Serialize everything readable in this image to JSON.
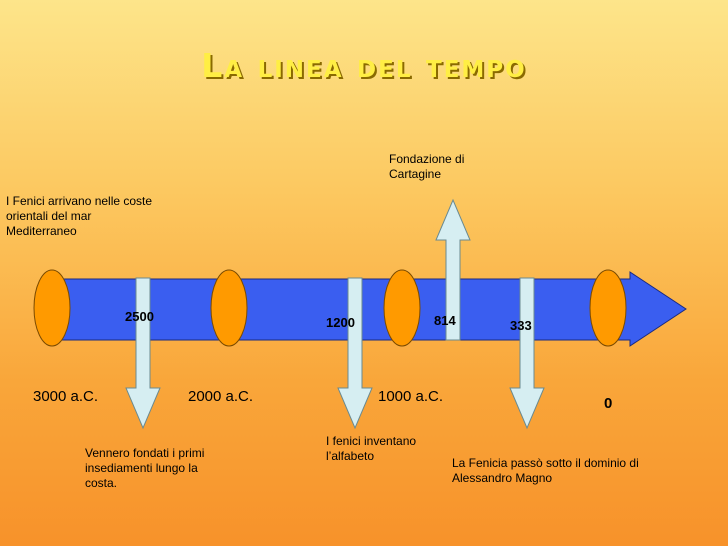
{
  "title": "La linea del tempo",
  "colors": {
    "bar": "#3a5ef0",
    "bar_stroke": "#1a2a80",
    "ellipse": "#ff9a00",
    "ellipse_stroke": "#7a4a00",
    "arrow_fill": "#d6eef2",
    "arrow_stroke": "#6a8a90"
  },
  "years": [
    "3000 a.C.",
    "2000 a.C.",
    "1000 a.C.",
    "0"
  ],
  "numbers": {
    "n2500": "2500",
    "n1200": "1200",
    "n814": "814",
    "n333": "333"
  },
  "events": {
    "arrive": "I Fenici arrivano nelle coste orientali del mar Mediterraneo",
    "settlements": "Vennero fondati i primi insediamenti lungo la costa.",
    "alphabet": "I fenici inventano l’alfabeto",
    "carthage": "Fondazione di Cartagine",
    "alexander": "La Fenicia passò sotto il dominio di Alessandro Magno"
  }
}
